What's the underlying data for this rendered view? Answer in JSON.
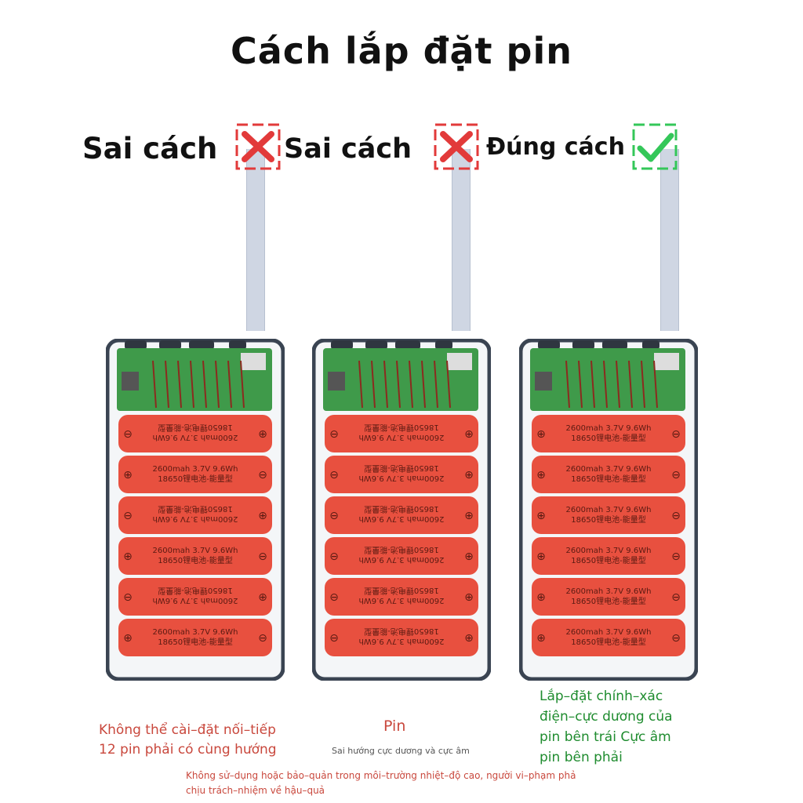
{
  "title": "Cách lắp đặt pin",
  "panels": [
    {
      "label": "Sai cách",
      "status": "wrong",
      "mark_icon": "cross-icon",
      "mark_color": "#e23a3a",
      "battery_orientation": [
        "flipped",
        "normal",
        "flipped",
        "normal",
        "flipped",
        "normal"
      ]
    },
    {
      "label": "Sai cách",
      "status": "wrong",
      "mark_icon": "cross-icon",
      "mark_color": "#e23a3a",
      "battery_orientation": [
        "flipped",
        "flipped",
        "flipped",
        "flipped",
        "flipped",
        "flipped"
      ]
    },
    {
      "label": "Đúng cách",
      "status": "correct",
      "mark_icon": "check-icon",
      "mark_color": "#34c759",
      "battery_orientation": [
        "normal",
        "normal",
        "normal",
        "normal",
        "normal",
        "normal"
      ]
    }
  ],
  "battery": {
    "line1": "2600mah  3.7V  9.6Wh",
    "line2": "18650锂电池-能量型",
    "plus": "⊕",
    "minus": "⊖",
    "color": "#e8503f"
  },
  "captions": {
    "left": [
      "Không thể cài–đặt nối–tiếp",
      "12 pin phải có cùng hướng"
    ],
    "middle_title": "Pin",
    "middle_sub": "Sai hướng cực dương và cực âm",
    "right": [
      "Lắp–đặt chính–xác",
      "điện–cực dương của",
      "pin bên trái Cực âm",
      "pin bên phải"
    ],
    "bottom": [
      "Không sử–dụng hoặc bảo–quản trong môi–trường nhiệt–độ cao, người vi–phạm phả",
      "chịu trách–nhiệm về hậu–quả"
    ]
  },
  "colors": {
    "wrong_caption": "#c9483d",
    "correct_caption": "#1f8c2f",
    "pcb": "#3f9a4a",
    "case": "#3a4452"
  }
}
